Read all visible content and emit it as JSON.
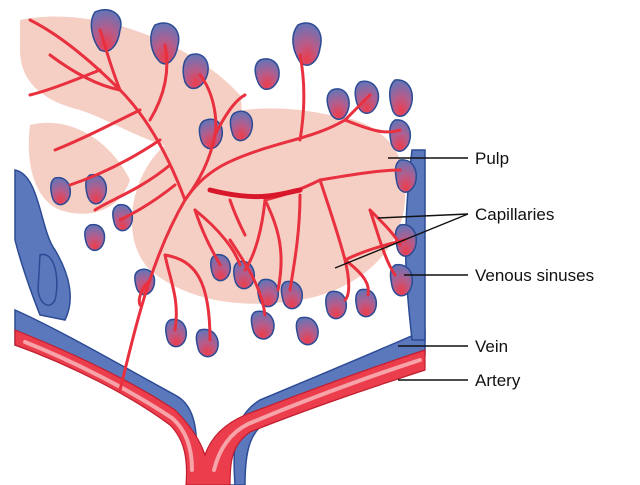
{
  "labels": {
    "pulp": "Pulp",
    "capillaries": "Capillaries",
    "venous_sinuses": "Venous sinuses",
    "vein": "Vein",
    "artery": "Artery"
  },
  "colors": {
    "pulp": "#f6cfc4",
    "vein": "#5b78bd",
    "vein_edge": "#2c4b94",
    "artery": "#ec3d4d",
    "artery_light": "#f6a3a9",
    "capillary": "#e8303f"
  }
}
